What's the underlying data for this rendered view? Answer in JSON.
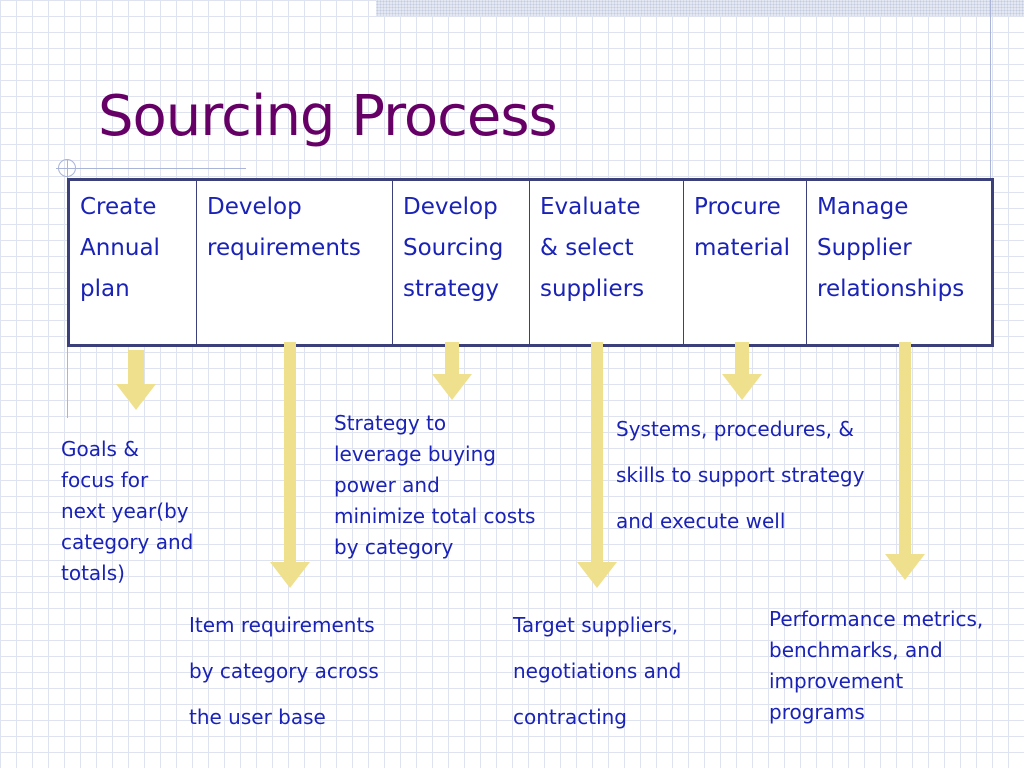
{
  "slide": {
    "title": "Sourcing Process",
    "columns": [
      {
        "lines": [
          "Create",
          "Annual",
          "plan"
        ]
      },
      {
        "lines": [
          "Develop",
          "requirements"
        ]
      },
      {
        "lines": [
          "Develop",
          "Sourcing",
          "strategy"
        ]
      },
      {
        "lines": [
          "Evaluate",
          "& select",
          "suppliers"
        ]
      },
      {
        "lines": [
          "Procure",
          "material"
        ]
      },
      {
        "lines": [
          "Manage",
          "Supplier",
          "relationships"
        ]
      }
    ],
    "outcomes": {
      "goals": [
        "Goals &",
        "focus for",
        "next year(by",
        "category and",
        "totals)"
      ],
      "items": [
        "Item requirements",
        "by category across",
        "the user base"
      ],
      "strategy": [
        "Strategy to",
        "leverage buying",
        "power and",
        "minimize total costs",
        "by category"
      ],
      "targets": [
        "Target suppliers,",
        "negotiations and",
        "contracting"
      ],
      "systems": [
        "Systems, procedures, &",
        "skills to support strategy",
        "and execute well"
      ],
      "performance": [
        "Performance metrics,",
        "benchmarks, and",
        "improvement",
        "programs"
      ]
    }
  },
  "colors": {
    "title": "#660066",
    "text": "#1a23b5",
    "table_border": "#3b3f7a",
    "arrow": "#efe08d",
    "grid": "#dfe3ef"
  }
}
